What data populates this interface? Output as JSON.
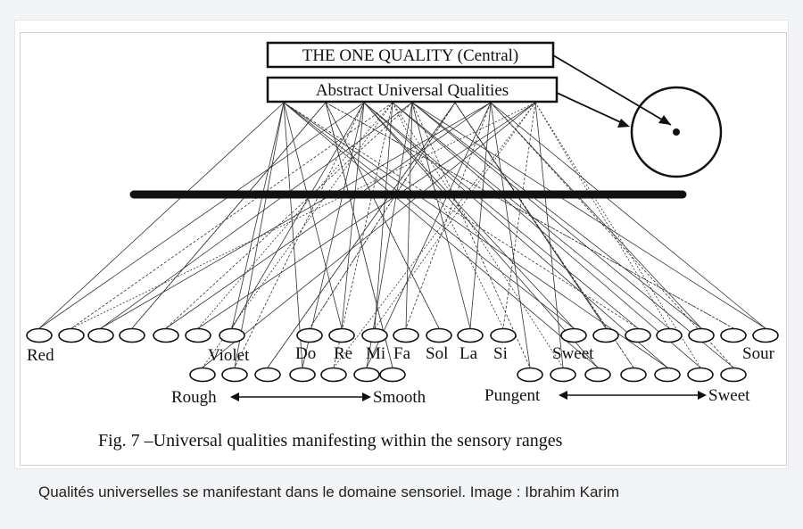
{
  "diagram": {
    "top_box": "THE ONE QUALITY (Central)",
    "second_box": "Abstract Universal Qualities",
    "labels": {
      "red": "Red",
      "violet": "Violet",
      "do": "Do",
      "re": "Re",
      "mi": "Mi",
      "fa": "Fa",
      "sol": "Sol",
      "la": "La",
      "si": "Si",
      "sweet_top": "Sweet",
      "sour": "Sour",
      "rough": "Rough",
      "smooth": "Smooth",
      "pungent": "Pungent",
      "sweet_bottom": "Sweet"
    },
    "figure_caption": "Fig.  7 –Universal qualities manifesting within the sensory ranges"
  },
  "caption": "Qualités universelles se manifestant dans le domaine sensoriel. Image : Ibrahim Karim",
  "colors": {
    "ink": "#111111",
    "page_bg": "#f3f4f6",
    "figure_bg": "#ffffff"
  }
}
